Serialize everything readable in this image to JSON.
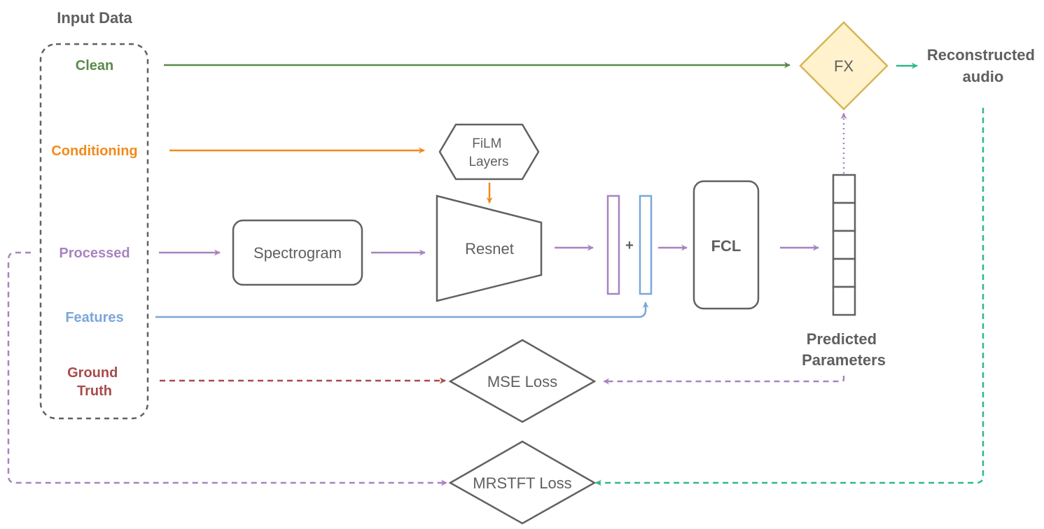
{
  "input_group": {
    "title": "Input Data",
    "items": {
      "clean": "Clean",
      "conditioning": "Conditioning",
      "processed": "Processed",
      "features": "Features",
      "ground_truth": [
        "Ground",
        "Truth"
      ]
    }
  },
  "nodes": {
    "film": [
      "FiLM",
      "Layers"
    ],
    "spectrogram": "Spectrogram",
    "resnet": "Resnet",
    "plus": "+",
    "fcl": "FCL",
    "predicted": [
      "Predicted",
      "Parameters"
    ],
    "fx": "FX",
    "reconstructed": [
      "Reconstructed",
      "audio"
    ],
    "mse_loss": "MSE Loss",
    "mrstft_loss": "MRSTFT Loss"
  },
  "colors": {
    "clean": "#5b8a4a",
    "conditioning": "#f28a1b",
    "processed": "#a883c0",
    "features": "#7aa7da",
    "ground_truth": "#a84b4b",
    "reconstructed_link": "#2fb88d",
    "fx_fill": "#fff2cc",
    "fx_stroke": "#d6b656",
    "shape_stroke": "#616161",
    "text": "#5f5f5f"
  }
}
